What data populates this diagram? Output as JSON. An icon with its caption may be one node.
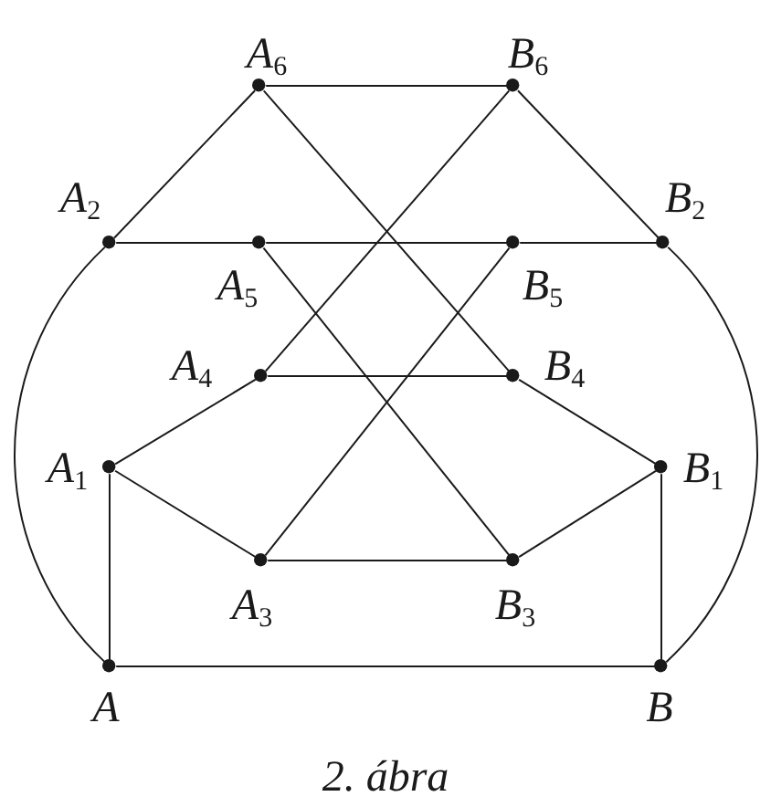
{
  "diagram": {
    "caption": "2. ábra",
    "nodes": [
      {
        "text": [
          "A$_{6}$"
        ]
      },
      {
        "text": [
          "B$_{6}$"
        ]
      },
      {
        "text": [
          "A$_{2}$"
        ]
      },
      {
        "text": [
          "A$_{5}$"
        ]
      },
      {
        "text": [
          "B$_{5}$"
        ]
      },
      {
        "text": [
          "B$_{2}$"
        ]
      },
      {
        "text": [
          "A$_{4}$"
        ]
      },
      {
        "text": [
          "B$_{4}$"
        ]
      },
      {
        "text": [
          "A$_{1}$"
        ]
      },
      {
        "text": [
          "B$_{1}$"
        ]
      },
      {
        "text": [
          "A$_{3}$"
        ]
      },
      {
        "text": [
          "B$_{3}$"
        ]
      },
      {
        "text": [
          "A"
        ]
      },
      {
        "text": [
          "B"
        ]
      }
    ],
    "edges": [
      {
        "from": 0,
        "to": 1,
        "arrow": "none"
      },
      {
        "from": 0,
        "to": 2,
        "arrow": "none"
      },
      {
        "from": 0,
        "to": 7,
        "arrow": "none"
      },
      {
        "from": 1,
        "to": 6,
        "arrow": "none"
      },
      {
        "from": 1,
        "to": 5,
        "arrow": "none"
      },
      {
        "from": 2,
        "to": 3,
        "arrow": "none"
      },
      {
        "from": 3,
        "to": 4,
        "arrow": "none"
      },
      {
        "from": 4,
        "to": 5,
        "arrow": "none"
      },
      {
        "from": 3,
        "to": 11,
        "arrow": "none"
      },
      {
        "from": 4,
        "to": 10,
        "arrow": "none"
      },
      {
        "from": 6,
        "to": 7,
        "arrow": "none"
      },
      {
        "from": 6,
        "to": 8,
        "arrow": "none"
      },
      {
        "from": 7,
        "to": 9,
        "arrow": "none"
      },
      {
        "from": 8,
        "to": 10,
        "arrow": "none"
      },
      {
        "from": 9,
        "to": 11,
        "arrow": "none"
      },
      {
        "from": 10,
        "to": 11,
        "arrow": "none"
      },
      {
        "from": 8,
        "to": 12,
        "arrow": "none"
      },
      {
        "from": 9,
        "to": 13,
        "arrow": "none"
      },
      {
        "from": 12,
        "to": 13,
        "arrow": "none"
      },
      {
        "from": 2,
        "to": 12,
        "arrow": "none"
      },
      {
        "from": 5,
        "to": 13,
        "arrow": "none"
      }
    ]
  }
}
